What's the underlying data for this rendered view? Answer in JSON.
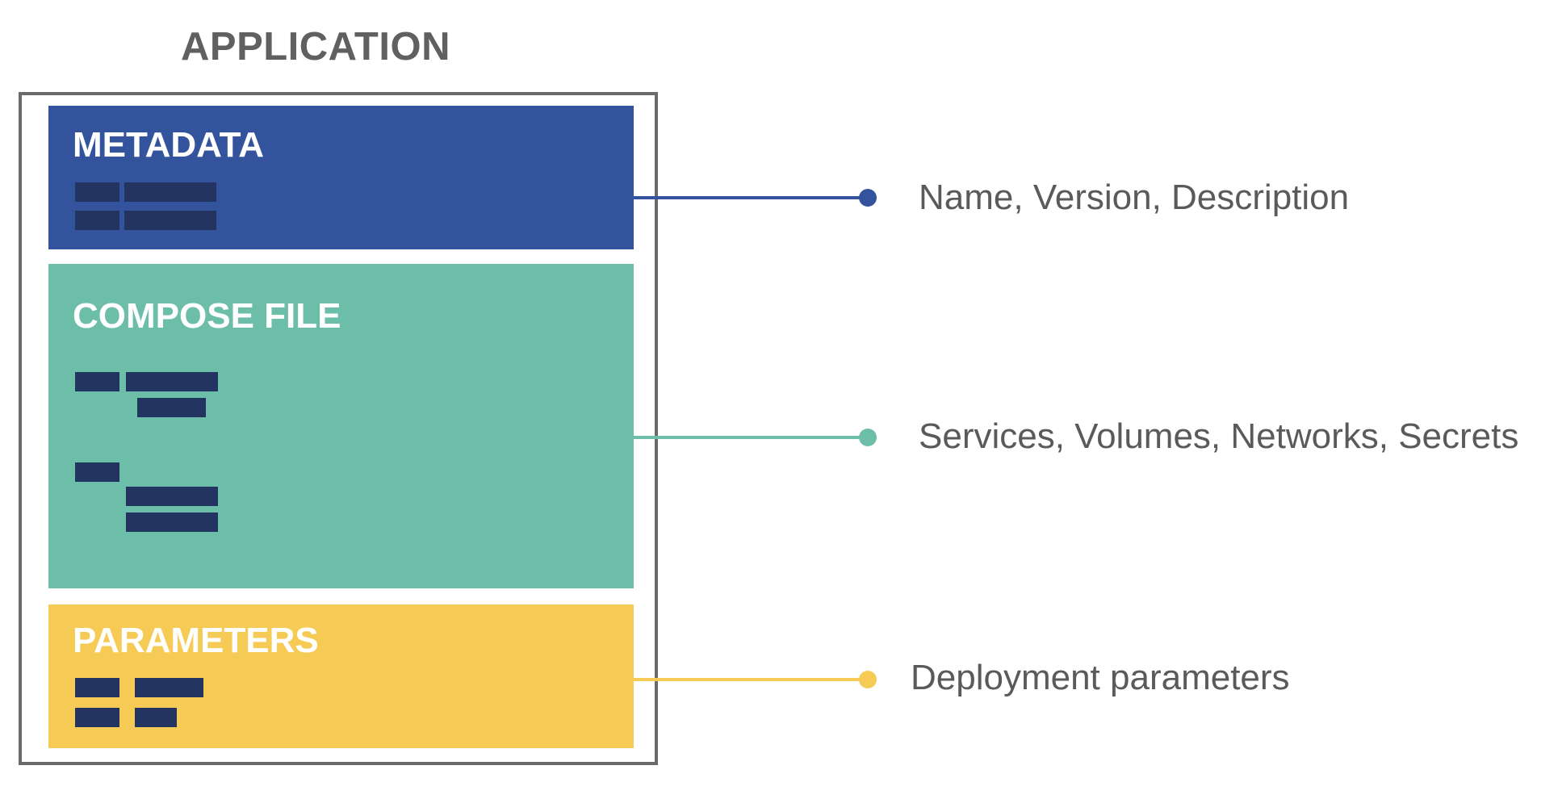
{
  "title": "APPLICATION",
  "colors": {
    "metadata": "#33549d",
    "compose": "#6dbea8",
    "parameters": "#f6cb55",
    "bars": "#22345f",
    "frame": "#6a6a6a",
    "text": "#5a5a5a"
  },
  "blocks": [
    {
      "label": "METADATA",
      "description": "Name, Version, Description"
    },
    {
      "label": "COMPOSE FILE",
      "description": "Services, Volumes, Networks, Secrets"
    },
    {
      "label": "PARAMETERS",
      "description": "Deployment parameters"
    }
  ]
}
